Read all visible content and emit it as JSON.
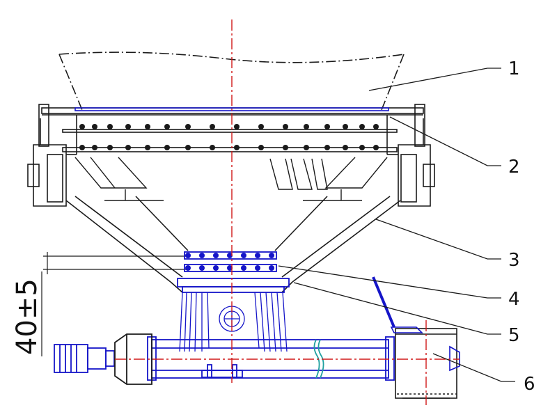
{
  "callouts": [
    {
      "id": "1",
      "label": "1"
    },
    {
      "id": "2",
      "label": "2"
    },
    {
      "id": "3",
      "label": "3"
    },
    {
      "id": "4",
      "label": "4"
    },
    {
      "id": "5",
      "label": "5"
    },
    {
      "id": "6",
      "label": "6"
    }
  ],
  "dimension": {
    "label": "40±5"
  },
  "colors": {
    "outline": "#1a1a1a",
    "blue": "#1515c8",
    "centerline": "#d01818",
    "accent": "#20a0a0"
  }
}
